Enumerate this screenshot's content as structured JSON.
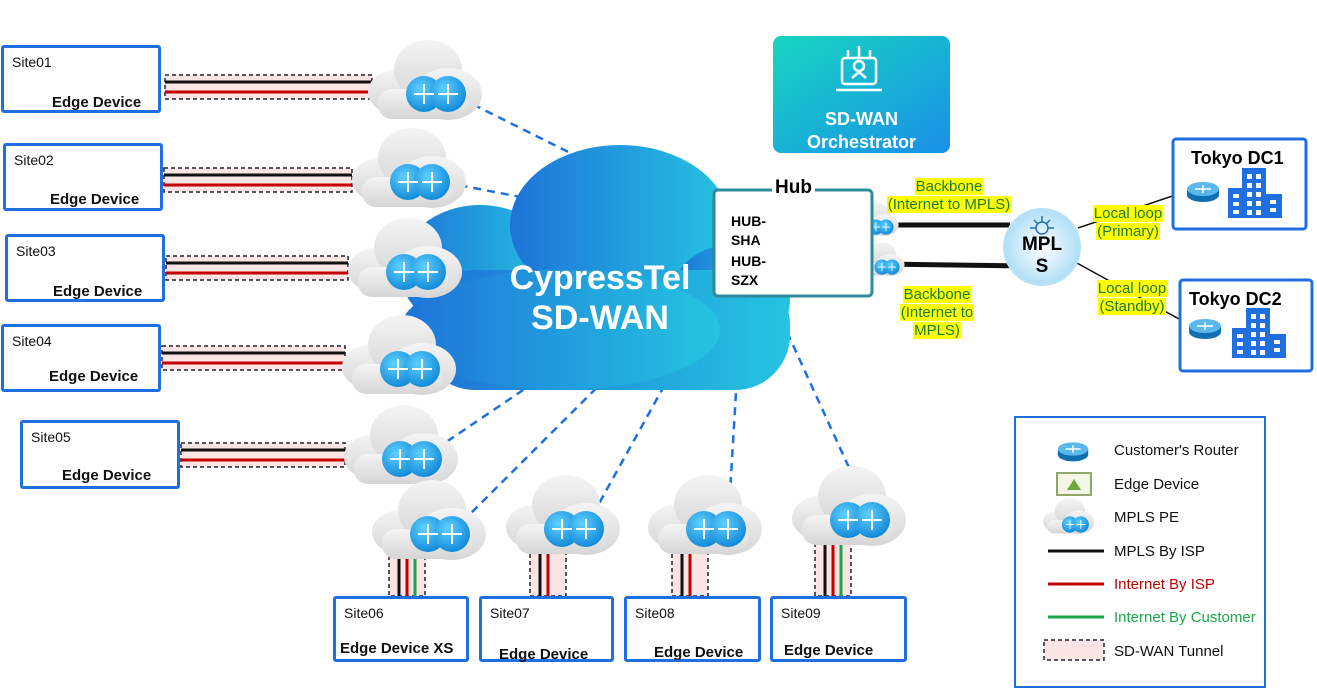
{
  "cloud": {
    "title_line1": "CypressTel",
    "title_line2": "SD-WAN"
  },
  "orchestrator": {
    "line1": "SD-WAN",
    "line2": "Orchestrator"
  },
  "hub": {
    "title": "Hub",
    "sha_line1": "HUB-",
    "sha_line2": "SHA",
    "szx_line1": "HUB-",
    "szx_line2": "SZX"
  },
  "backbone_top": {
    "line1": "Backbone",
    "line2": "(Internet to MPLS)"
  },
  "backbone_bottom": {
    "line1": "Backbone",
    "line2": "(Internet to",
    "line3": "MPLS)"
  },
  "mpls": {
    "line1": "MPL",
    "line2": "S"
  },
  "local_primary": {
    "line1": "Local loop",
    "line2": "(Primary)"
  },
  "local_standby": {
    "line1": "Local loop",
    "line2": "(Standby)"
  },
  "dc1": {
    "title": "Tokyo DC1"
  },
  "dc2": {
    "title": "Tokyo DC2"
  },
  "sites": [
    {
      "name": "Site01",
      "device": "Edge Device"
    },
    {
      "name": "Site02",
      "device": "Edge Device"
    },
    {
      "name": "Site03",
      "device": "Edge Device"
    },
    {
      "name": "Site04",
      "device": "Edge Device"
    },
    {
      "name": "Site05",
      "device": "Edge Device"
    },
    {
      "name": "Site06",
      "device": "Edge Device XS"
    },
    {
      "name": "Site07",
      "device": "Edge Device"
    },
    {
      "name": "Site08",
      "device": "Edge Device"
    },
    {
      "name": "Site09",
      "device": "Edge Device"
    }
  ],
  "legend": [
    {
      "label": "Customer's Router",
      "color": "#111111"
    },
    {
      "label": "Edge Device",
      "color": "#111111"
    },
    {
      "label": "MPLS PE",
      "color": "#111111"
    },
    {
      "label": "MPLS By ISP",
      "color": "#111111"
    },
    {
      "label": "Internet By ISP",
      "color": "#c00000"
    },
    {
      "label": "Internet By Customer",
      "color": "#1aa84a"
    },
    {
      "label": "SD-WAN Tunnel",
      "color": "#111111"
    }
  ],
  "colors": {
    "accent": "#1f6fe0",
    "internet_isp": "#c00000",
    "internet_customer": "#1aa84a",
    "tunnel_fill": "#fbe4e4",
    "cloud_blue": "#1aa6e0"
  }
}
